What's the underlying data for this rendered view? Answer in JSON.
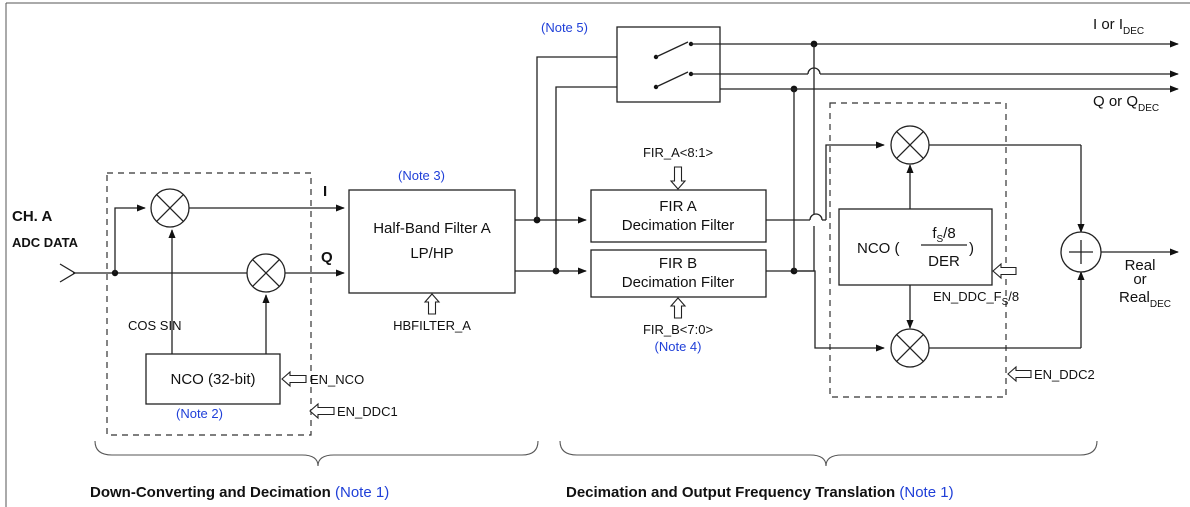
{
  "inputs": {
    "channel": "CH. A",
    "adc_data": "ADC DATA"
  },
  "signals": {
    "i": "I",
    "q": "Q",
    "cos_sin": "COS SIN"
  },
  "blocks": {
    "nco_32": "NCO (32-bit)",
    "halfband_line1": "Half-Band Filter A",
    "halfband_line2": "LP/HP",
    "fir_a_line1": "FIR A",
    "fir_a_line2": "Decimation Filter",
    "fir_b_line1": "FIR B",
    "fir_b_line2": "Decimation Filter",
    "nco_der_prefix": "NCO (",
    "nco_der_num_f": "f",
    "nco_der_num_sub": "S",
    "nco_der_num_tail": "/8",
    "nco_der_den": "DER",
    "nco_der_suffix": ")"
  },
  "controls": {
    "en_nco": "EN_NCO",
    "en_ddc1": "EN_DDC1",
    "hbfilter_a": "HBFILTER_A",
    "fir_a_sel": "FIR_A<8:1>",
    "fir_b_sel": "FIR_B<7:0>",
    "en_ddc_fs8_a": "EN_DDC_F",
    "en_ddc_fs8_sub": "S",
    "en_ddc_fs8_b": "/8",
    "en_ddc2": "EN_DDC2"
  },
  "outputs": {
    "i_out_a": "I or I",
    "i_out_sub": "DEC",
    "q_out_a": "Q or Q",
    "q_out_sub": "DEC",
    "real_1": "Real",
    "real_2": "or",
    "real_3": "Real",
    "real_3_sub": "DEC"
  },
  "notes": {
    "note1_a": "(Note 1)",
    "note1_b": "(Note 1)",
    "note2": "(Note 2)",
    "note3": "(Note 3)",
    "note4": "(Note 4)",
    "note5": "(Note 5)"
  },
  "sections": {
    "left": "Down-Converting and Decimation ",
    "right": "Decimation and Output Frequency Translation "
  },
  "colors": {
    "note": "#1f3fd8",
    "line": "#222222",
    "text": "#111111"
  }
}
